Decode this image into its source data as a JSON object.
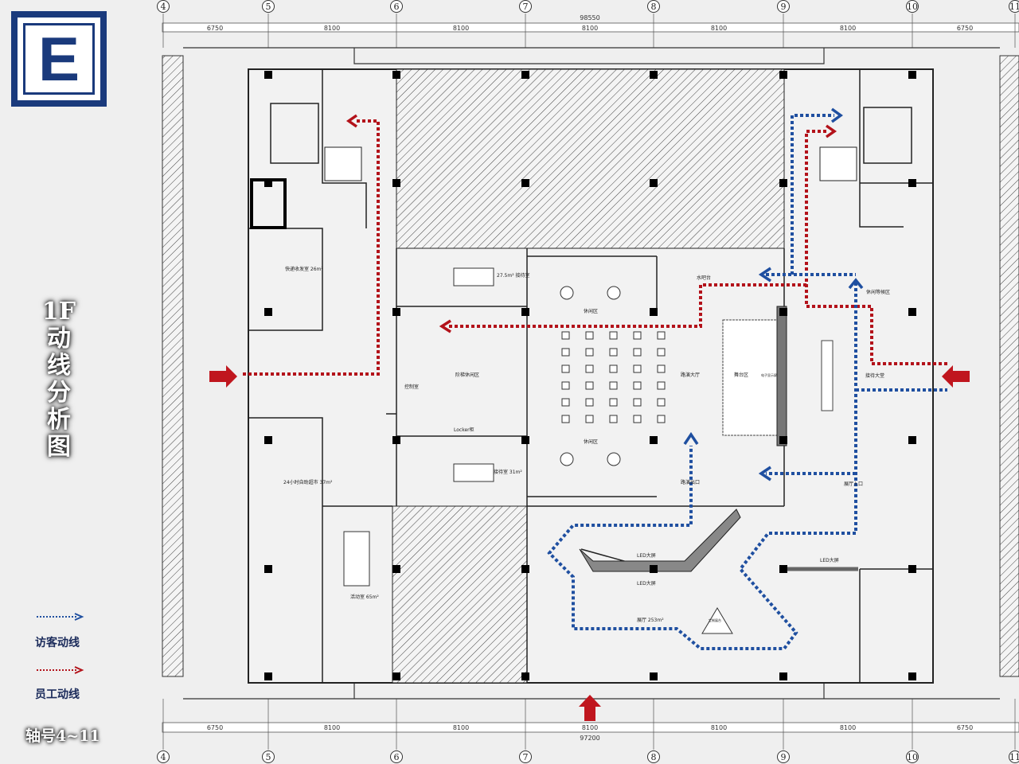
{
  "logo_letter": "E",
  "title": "1F动线分析图",
  "legend": {
    "visitor": {
      "label": "访客动线",
      "color": "#1f4fa0"
    },
    "staff": {
      "label": "员工动线",
      "color": "#b3121a"
    }
  },
  "axis_note": "轴号4~11",
  "axes": [
    "4",
    "5",
    "6",
    "7",
    "8",
    "9",
    "10",
    "11"
  ],
  "dims_top": {
    "total": "98550",
    "segments": [
      "6750",
      "8100",
      "8100",
      "8100",
      "8100",
      "8100",
      "6750"
    ]
  },
  "dims_bottom": {
    "total": "97200",
    "segments": [
      "6750",
      "8100",
      "8100",
      "8100",
      "8100",
      "8100",
      "6750"
    ]
  },
  "rooms": {
    "express": "快递收发室 26m²",
    "market": "24小时自助超市 37m²",
    "activity": "活动室 65m²",
    "reception1": "27.5m² 接待室",
    "reception2": "接待室 31m²",
    "lounge1": "休闲区",
    "lounge2": "休闲区",
    "step_lounge": "阶梯休闲区",
    "control": "控制室",
    "locker": "Locker柜",
    "roadshow": "路演大厅",
    "stage": "舞台区",
    "screen": "电子显示屏",
    "lobby": "接待大堂",
    "waiting": "休闲等候区",
    "exhibition": "展厅 253m²",
    "led1": "LED大屏",
    "led2": "LED大屏",
    "led3": "LED大屏",
    "custom": "定制展台",
    "roadshow_entry": "路演出口",
    "exhibit_entry": "展厅入口",
    "bar": "水吧台"
  }
}
